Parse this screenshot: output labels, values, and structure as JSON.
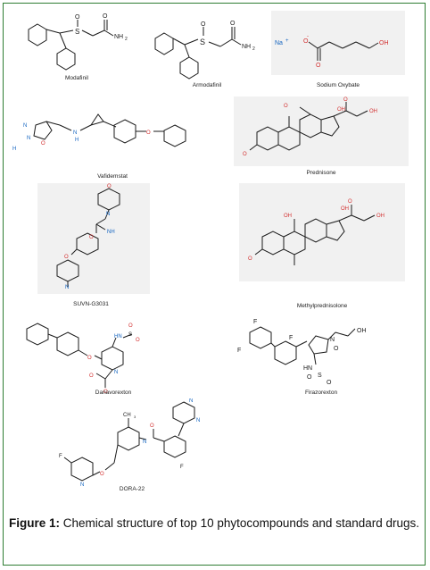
{
  "figure": {
    "caption_label": "Figure 1:",
    "caption_text": " Chemical structure of top 10 phytocompounds and standard drugs."
  },
  "molecules": [
    {
      "name": "Modafinil"
    },
    {
      "name": "Armodafinil"
    },
    {
      "name": "Sodium Oxybate"
    },
    {
      "name": "Vafidemstat"
    },
    {
      "name": "Prednisone"
    },
    {
      "name": "SUVN-G3031"
    },
    {
      "name": "Methylprednisolone"
    },
    {
      "name": "Danavorexton"
    },
    {
      "name": "Firazorexton"
    },
    {
      "name": "DORA-22"
    }
  ],
  "atoms": {
    "S": "S",
    "O": "O",
    "NH2": "NH",
    "two": "2",
    "Na": "Na",
    "plus": "+",
    "minus": "-",
    "OH": "OH",
    "H": "H",
    "N": "N",
    "HN": "HN",
    "F": "F",
    "H2N": "H",
    "CH3": "CH",
    "three": "3",
    "NH": "NH"
  },
  "colors": {
    "border": "#2e7d32",
    "panel": "#f1f1f1",
    "bond": "#1a1a1a",
    "oxygen": "#d32f2f",
    "nitrogen": "#1565c0",
    "sodium": "#1565c0"
  }
}
